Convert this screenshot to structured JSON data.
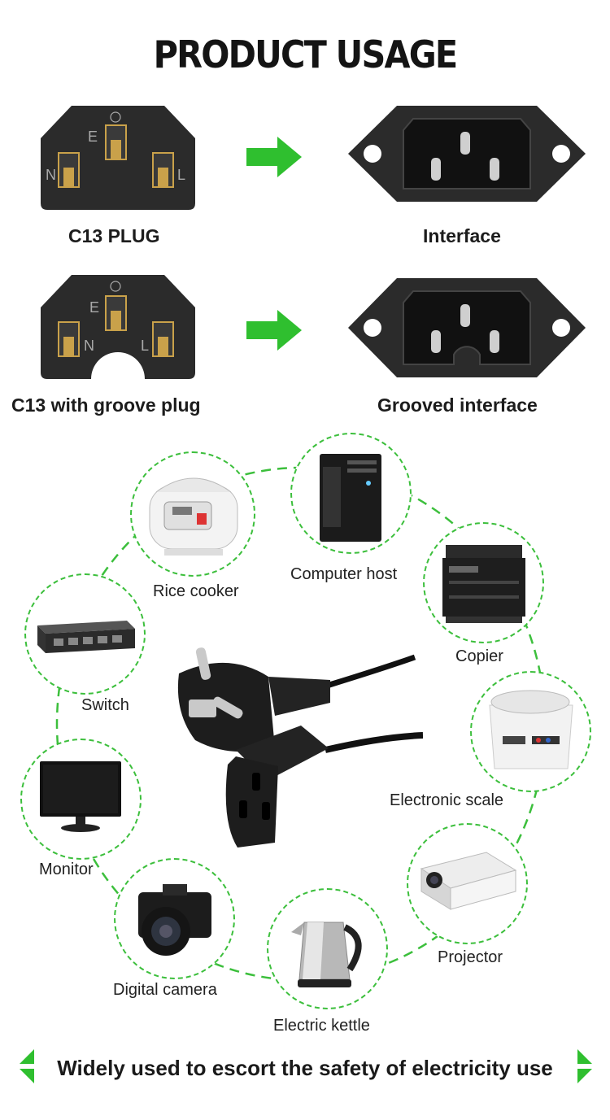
{
  "title": "PRODUCT USAGE",
  "rows": [
    {
      "plug_label": "C13 PLUG",
      "interface_label": "Interface",
      "pins": {
        "earth": "E",
        "neutral": "N",
        "live": "L"
      }
    },
    {
      "plug_label": "C13 with groove plug",
      "interface_label": "Grooved interface",
      "pins": {
        "earth": "E",
        "neutral": "N",
        "live": "L"
      }
    }
  ],
  "applications": [
    {
      "label": "Rice cooker",
      "icon": "rice-cooker-icon"
    },
    {
      "label": "Computer host",
      "icon": "computer-host-icon"
    },
    {
      "label": "Switch",
      "icon": "network-switch-icon"
    },
    {
      "label": "Copier",
      "icon": "copier-icon"
    },
    {
      "label": "Electronic scale",
      "icon": "electronic-scale-icon"
    },
    {
      "label": "Monitor",
      "icon": "monitor-icon"
    },
    {
      "label": "Projector",
      "icon": "projector-icon"
    },
    {
      "label": "Digital camera",
      "icon": "digital-camera-icon"
    },
    {
      "label": "Electric kettle",
      "icon": "electric-kettle-icon"
    }
  ],
  "footer": "Widely used to escort the safety of electricity use",
  "colors": {
    "accent": "#2fbf2f",
    "dark": "#2a2a2a",
    "pin": "#c9a14a"
  }
}
